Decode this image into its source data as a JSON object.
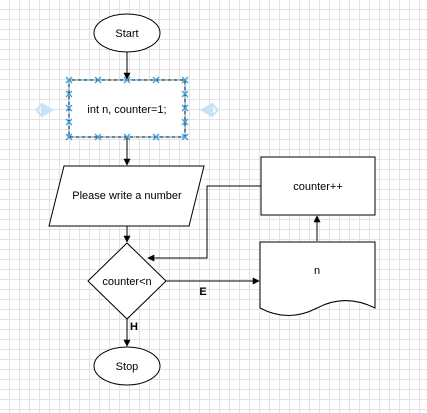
{
  "diagram": {
    "nodes": {
      "start": "Start",
      "init": "int n, counter=1;",
      "input": "Please write a number",
      "decision": "counter<n",
      "output_n": "n",
      "increment": "counter++",
      "stop": "Stop"
    },
    "edge_labels": {
      "yes": "H",
      "no": "E"
    }
  },
  "colors": {
    "stroke": "#000000",
    "selection": "#3d9bd6",
    "selection_hint": "#b8dcf4"
  }
}
